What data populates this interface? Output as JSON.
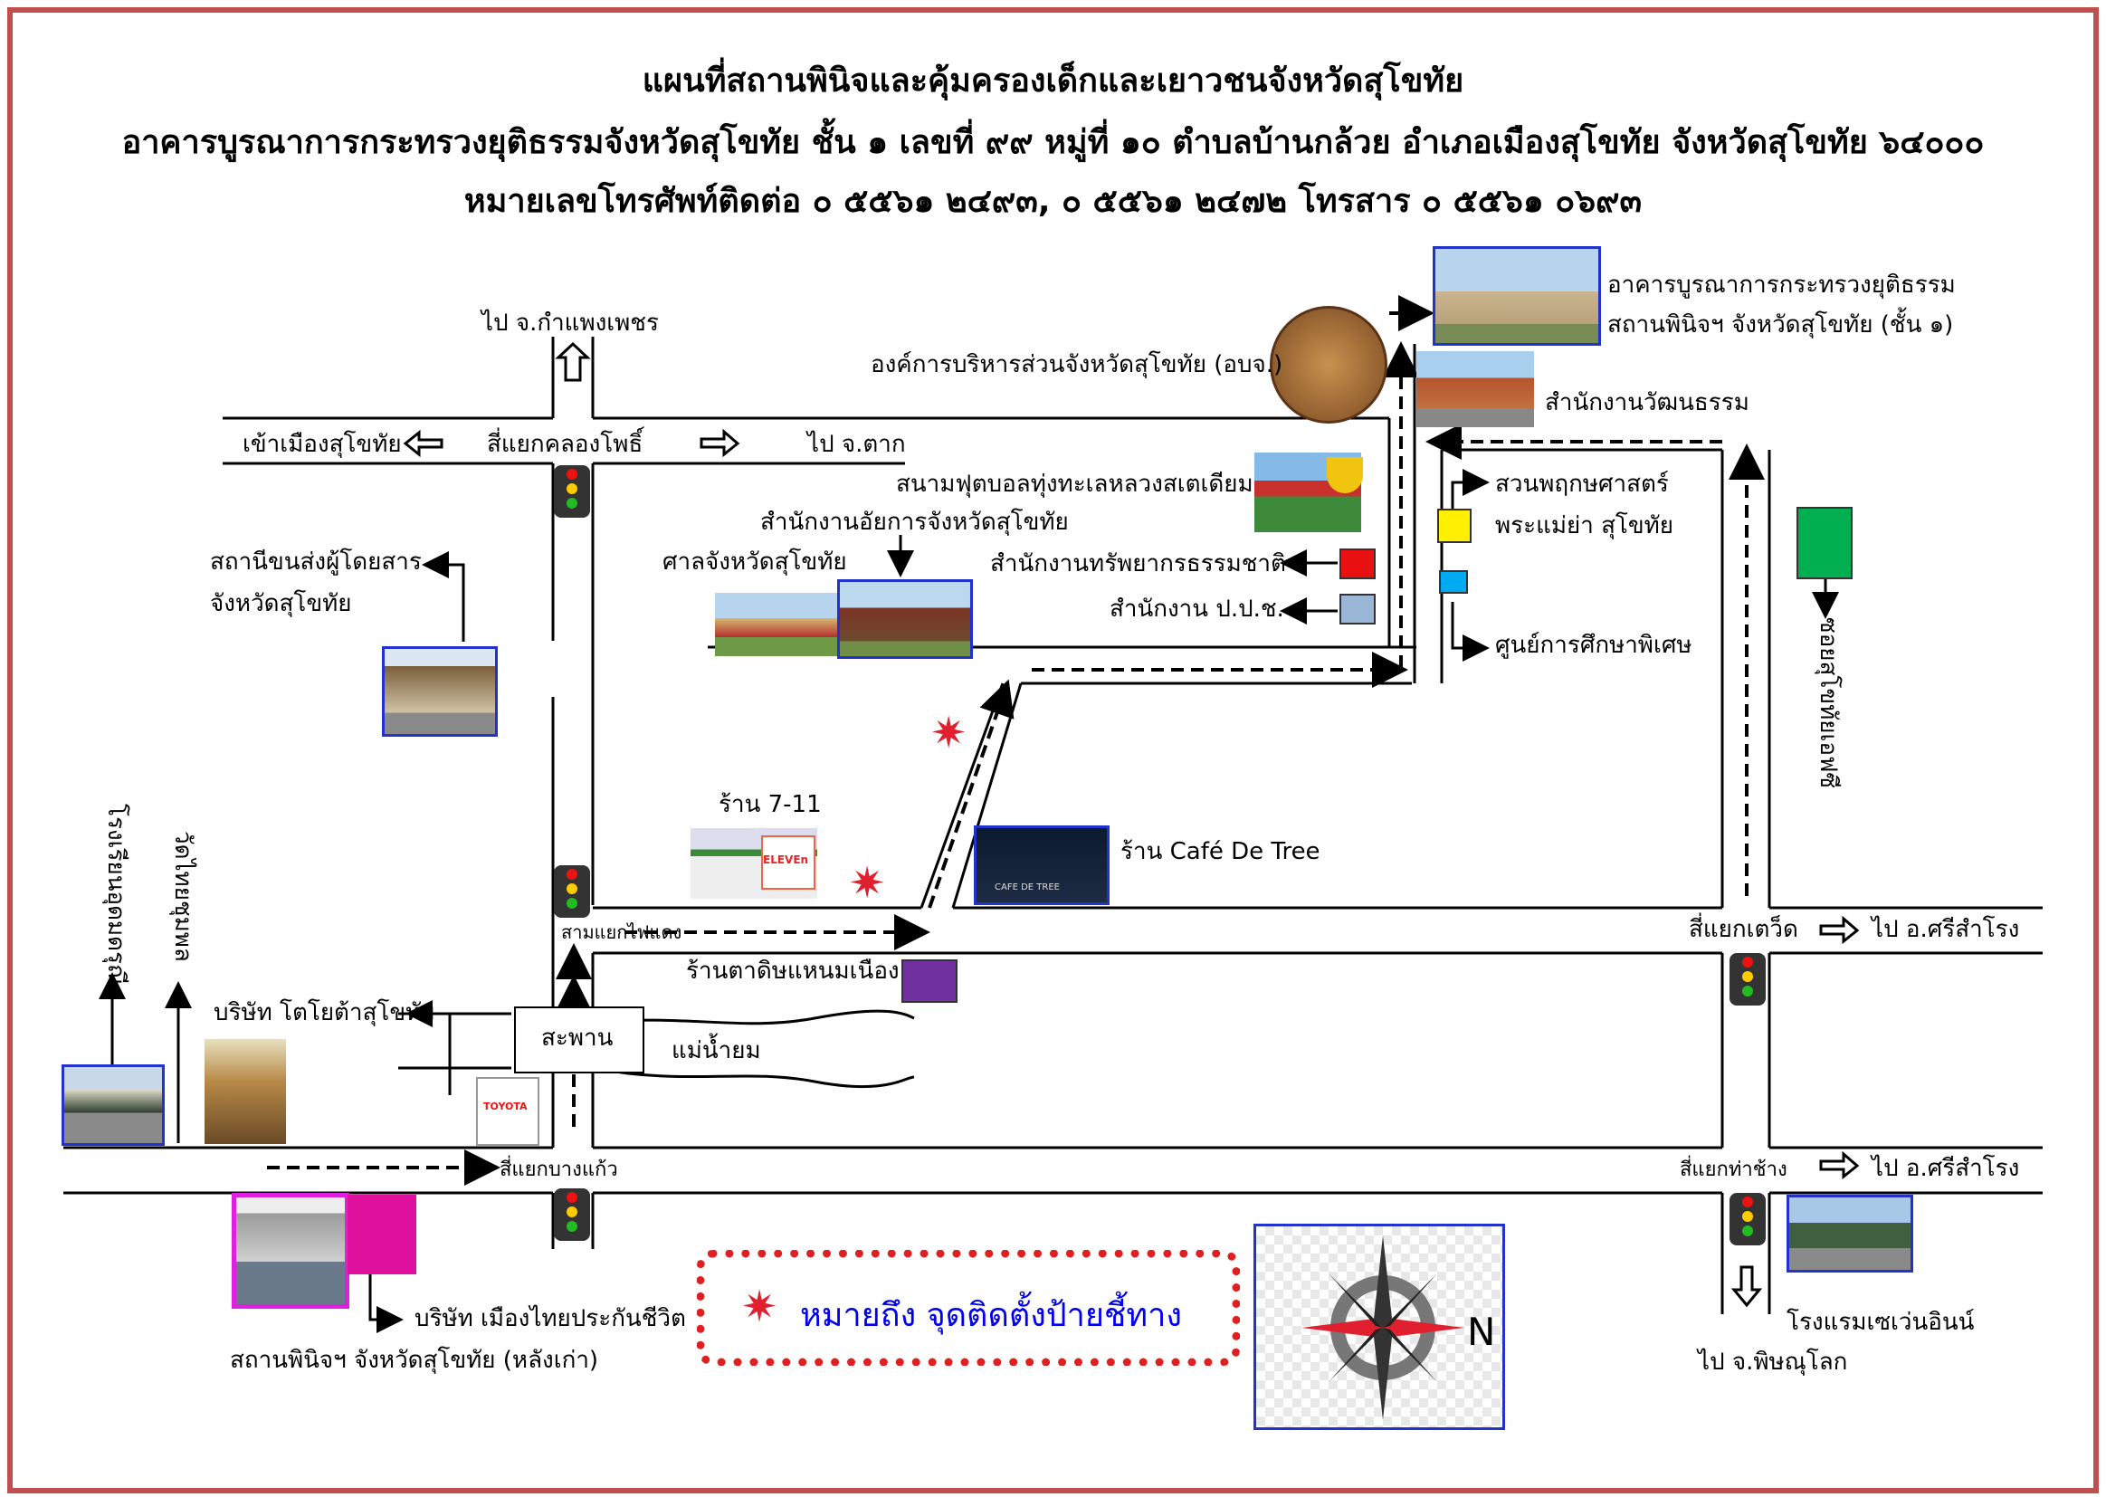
{
  "header": {
    "line1": "แผนที่สถานพินิจและคุ้มครองเด็กและเยาวชนจังหวัดสุโขทัย",
    "line2": "อาคารบูรณาการกระทรวงยุติธรรมจังหวัดสุโขทัย ชั้น ๑ เลขที่ ๙๙ หมู่ที่ ๑๐ ตำบลบ้านกล้วย อำเภอเมืองสุโขทัย จังหวัดสุโขทัย ๖๔๐๐๐",
    "line3": "หมายเลขโทรศัพท์ติดต่อ ๐ ๕๕๖๑ ๒๔๙๓, ๐ ๕๕๖๑ ๒๔๗๒  โทรสาร ๐ ๕๕๖๑ ๐๖๙๓"
  },
  "labels": {
    "to_kamphaeng": "ไป จ.กำแพงเพชร",
    "into_city": "เข้าเมืองสุโขทัย",
    "khlong_pho": "สี่แยกคลองโพธิ์",
    "to_tak": "ไป จ.ตาก",
    "bus_station_1": "สถานีขนส่งผู้โดยสาร",
    "bus_station_2": "จังหวัดสุโขทัย",
    "integration_building_1": "อาคารบูรณาการกระทรวงยุติธรรม",
    "integration_building_2": "สถานพินิจฯ จังหวัดสุโขทัย (ชั้น ๑)",
    "pao": "องค์การบริหารส่วนจังหวัดสุโขทัย (อบจ.)",
    "culture_office": "สำนักงานวัฒนธรรม",
    "stadium": "สนามฟุตบอลทุ่งทะเลหลวงสเตเดียม",
    "prosecutor": "สำนักงานอัยการจังหวัดสุโขทัย",
    "court": "ศาลจังหวัดสุโขทัย",
    "natural_resources": "สำนักงานทรัพยากรธรรมชาติ",
    "ppch": "สำนักงาน ป.ป.ช.",
    "botanical_1": "สวนพฤกษศาสตร์",
    "botanical_2": "พระแม่ย่า สุโขทัย",
    "special_ed": "ศูนย์การศึกษาพิเศษ",
    "soi_tourist": "ซอยสุโขทัยเอฟซี",
    "shop_711": "ร้าน 7-11",
    "cafe": "ร้าน Café De Tree",
    "sam_yaek": "สามแยกไฟแดง",
    "ta_dit": "ร้านตาดิษแหนมเนือง",
    "si_yaek_tawit": "สี่แยกเตว็ด",
    "to_si_samrong_1": "ไป อ.ศรีสำโรง",
    "toyota": "บริษัท โตโยต้าสุโขทัย",
    "bridge": "สะพาน",
    "yom_river": "แม่น้ำยม",
    "school": "โรงเรียนอุดมดรุณี",
    "wat": "วัดไทยชุมพล",
    "bang_kaeo": "สี่แยกบางแก้ว",
    "tha_chang": "สี่แยกท่าช้าง",
    "to_si_samrong_2": "ไป อ.ศรีสำโรง",
    "old_office": "สถานพินิจฯ จังหวัดสุโขทัย (หลังเก่า)",
    "insurance": "บริษัท เมืองไทยประกันชีวิต",
    "hotel": "โรงแรมเซเว่นอินน์",
    "to_phitsanulok": "ไป จ.พิษณุโลก",
    "seven_eleven_sign": "ELEVEn",
    "cafe_sign": "CAFE DE TREE",
    "toyota_sign": "TOYOTA"
  },
  "legend": {
    "text": "หมายถึง จุดติดตั้งป้ายชี้ทาง"
  },
  "compass": {
    "north": "N"
  },
  "colors": {
    "frame": "#c0504d",
    "sign_marker": "#e0202e",
    "red_square": "#e81010",
    "blue_gray_square": "#9bb7d7",
    "yellow_square": "#ffef00",
    "cyan_square": "#00aaf0",
    "green_square": "#00b050",
    "purple_square": "#7030a0"
  }
}
